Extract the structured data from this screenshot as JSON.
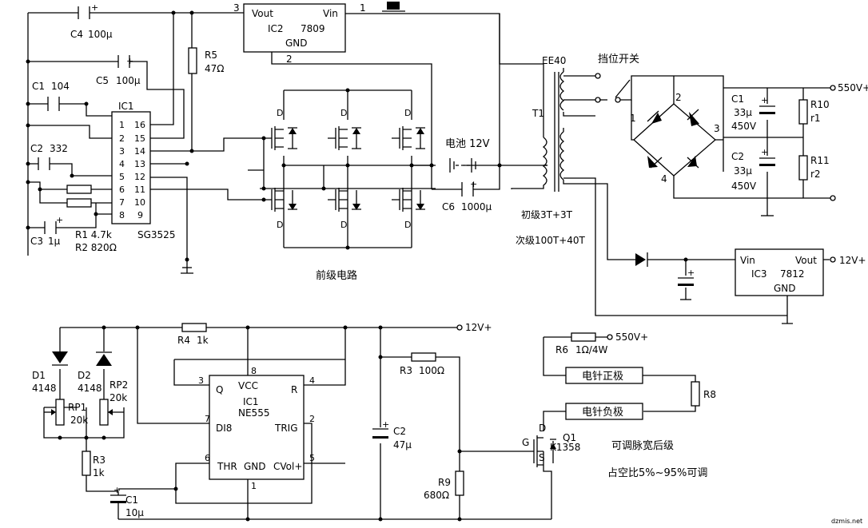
{
  "labels": {
    "ic2_vout": "Vout",
    "ic2_vin": "Vin",
    "ic2_name": "IC2",
    "ic2_part": "7809",
    "ic2_gnd": "GND",
    "ic2_pin3": "3",
    "ic2_pin1": "1",
    "ic2_pin2": "2",
    "c4": "C4",
    "c4_val": "100μ",
    "c5": "C5",
    "c5_val": "100μ",
    "r5": "R5",
    "r5_val": "47Ω",
    "c1_top": "C1",
    "c1_top_val": "104",
    "ic1_sg": "IC1",
    "c2_top": "C2",
    "c2_top_val": "332",
    "c3": "C3",
    "c3_val": "1μ",
    "r1_top": "R1 4.7k",
    "r2_top": "R2 820Ω",
    "sg3525": "SG3525",
    "pin1": "1",
    "pin2": "2",
    "pin3": "3",
    "pin4": "4",
    "pin5": "5",
    "pin6": "6",
    "pin7": "7",
    "pin8": "8",
    "pin16": "16",
    "pin15": "15",
    "pin14": "14",
    "pin13": "13",
    "pin12": "12",
    "pin11": "11",
    "pin10": "10",
    "pin9": "9",
    "mos_d": "D",
    "battery": "电池 12V",
    "c6": "C6",
    "c6_val": "1000μ",
    "front_stage": "前级电路",
    "ee40": "EE40",
    "switch_label": "挡位开关",
    "t1": "T1",
    "primary": "初级3T+3T",
    "secondary": "次级100T+40T",
    "br1": "1",
    "br2": "2",
    "br3": "3",
    "br4": "4",
    "c1_right": "C1",
    "c1_right_val": "33μ",
    "c1_right_v": "450V",
    "c2_right": "C2",
    "c2_right_val": "33μ",
    "c2_right_v": "450V",
    "r10": "R10",
    "r10_val": "r1",
    "r11": "R11",
    "r11_val": "r2",
    "v550_top": "550V+",
    "ic3_vin": "Vin",
    "ic3_vout": "Vout",
    "ic3_name": "IC3",
    "ic3_part": "7812",
    "ic3_gnd": "GND",
    "v12_top": "12V+",
    "v12_bottom": "12V+",
    "r4": "R4",
    "r4_val": "1k",
    "d1": "D1",
    "d1_val": "4148",
    "d2": "D2",
    "d2_val": "4148",
    "rp2": "RP2",
    "rp2_val": "20k",
    "rp1": "RP1",
    "rp1_val": "20k",
    "r3_left": "R3",
    "r3_left_val": "1k",
    "c1_bottom": "C1",
    "c1_bottom_val": "10μ",
    "ne_q": "Q",
    "ne_vcc": "VCC",
    "ne_r": "R",
    "ne_ic1": "IC1",
    "ne_name": "NE555",
    "ne_dis": "DI8",
    "ne_trig": "TRIG",
    "ne_thr": "THR",
    "ne_gnd": "GND",
    "ne_cv": "CVol+",
    "ne_p8": "8",
    "ne_p3": "3",
    "ne_p4": "4",
    "ne_p7": "7",
    "ne_p2": "2",
    "ne_p6": "6",
    "ne_p5": "5",
    "ne_p1": "1",
    "r3_right": "R3",
    "r3_right_val": "100Ω",
    "c2_bottom": "C2",
    "c2_bottom_val": "47μ",
    "r9": "R9",
    "r9_val": "680Ω",
    "v550_bottom": "550V+",
    "r6": "R6",
    "r6_val": "1Ω/4W",
    "needle_pos": "电针正极",
    "needle_neg": "电针负极",
    "r8": "R8",
    "q1": "Q1",
    "q1_part": "K1358",
    "q1_d": "D",
    "q1_g": "G",
    "q1_s": "S",
    "rear_stage": "可调脉宽后级",
    "duty": "占空比5%~95%可调",
    "watermark": "dzmis.net"
  }
}
